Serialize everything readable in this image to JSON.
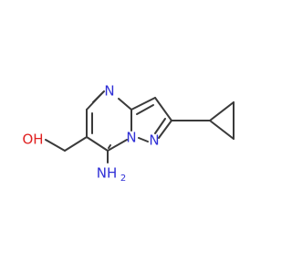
{
  "structure": {
    "labels": {
      "oh": "OH",
      "n_ring_top": "N",
      "n_bridge": "N",
      "n_pyrazole": "N",
      "nh2_main": "NH",
      "nh2_sub": "2"
    },
    "colors": {
      "bond": "#3a3a3a",
      "nitrogen": "#2f2fd6",
      "oxygen": "#e02020"
    }
  }
}
